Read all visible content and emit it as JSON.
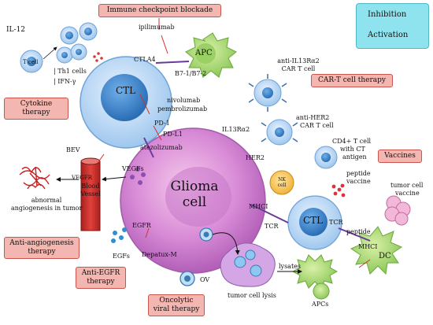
{
  "legend": {
    "inhibition": "Inhibition",
    "activation": "Activation"
  },
  "therapy_boxes": {
    "immune_checkpoint": "Immune checkpoint blockade",
    "cytokine": "Cytokine therapy",
    "car_t": "CAR-T cell therapy",
    "vaccines": "Vaccines",
    "anti_angiogenesis": "Anti-angiogenesis therapy",
    "anti_egfr": "Anti-EGFR therapy",
    "oncolytic_viral": "Oncolytic viral therapy"
  },
  "cells": {
    "ctl_main": "CTL",
    "apc": "APC",
    "glioma": "Glioma cell",
    "ctl_second": "CTL",
    "dc": "DC",
    "nk": "NK cell",
    "blood_vessel": "Blood Vessel"
  },
  "labels": {
    "il12": "IL-12",
    "t_cell": "T cell",
    "th1": "Th1 cells",
    "ifn": "IFN-γ",
    "ipilimumab": "ipilimumab",
    "ctla4": "CTLA4",
    "b7": "B7-1/B7-2",
    "nivolumab": "nivolumab",
    "pembrolizumab": "pembrolizumab",
    "pd1": "PD-1",
    "pdl1": "PD-L1",
    "atezolizumab": "atezolizumab",
    "il13ra2": "IL13Rα2",
    "her2": "HER2",
    "car_il13_1": "anti-IL13Rα2",
    "car_il13_2": "CAR T cell",
    "car_her2_1": "anti-HER2",
    "car_her2_2": "CAR T cell",
    "cd4_1": "CD4+ T cell",
    "cd4_2": "with CT",
    "cd4_3": "antigen",
    "peptide_vaccine_1": "peptide",
    "peptide_vaccine_2": "vaccine",
    "tumor_vaccine_1": "tumor cell",
    "tumor_vaccine_2": "vaccine",
    "bev": "BEV",
    "vegfs": "VEGFs",
    "vegfr": "VEGFR",
    "abnormal_1": "abnormal",
    "abnormal_2": "angiogenesis in tumor",
    "egfr": "EGFR",
    "egfs": "EGFs",
    "depatux": "Depatux-M",
    "ov": "OV",
    "mhci_left": "MHCI",
    "tcr_left": "TCR",
    "tcr_right": "TCR",
    "peptide": "peptide",
    "mhci_right": "MHCI",
    "lysates": "lysates",
    "tumor_lysis": "tumor cell lysis",
    "apcs": "APCs"
  }
}
